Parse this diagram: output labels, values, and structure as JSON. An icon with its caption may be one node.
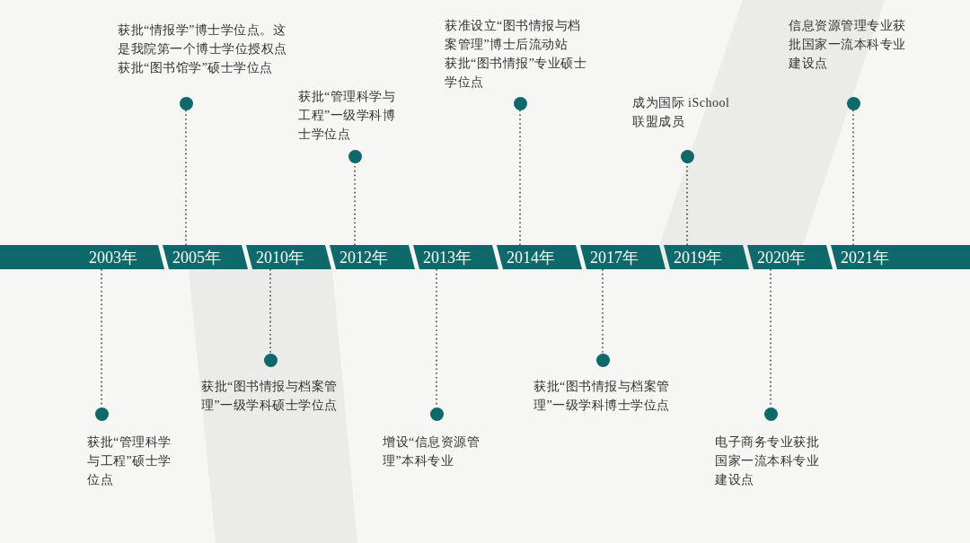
{
  "diagram": {
    "nodes": [
      {
        "text": [
          "2003年"
        ]
      },
      {
        "text": [
          "2005年"
        ]
      },
      {
        "text": [
          "2010年"
        ]
      },
      {
        "text": [
          "2012年"
        ]
      },
      {
        "text": [
          "2013年"
        ]
      },
      {
        "text": [
          "2014年"
        ]
      },
      {
        "text": [
          "2017年"
        ]
      },
      {
        "text": [
          "2019年"
        ]
      },
      {
        "text": [
          "2020年"
        ]
      },
      {
        "text": [
          "2021年"
        ]
      },
      {
        "text": [],
        "shape": "circle",
        "beside": [
          "获批“管理科学与工程”硕士学位点"
        ]
      },
      {
        "text": [],
        "shape": "circle",
        "beside": [
          "获批“情报学”博士学位点。这是我院第一个博士学位授权点",
          "获批“图书馆学”硕士学位点"
        ]
      },
      {
        "text": [],
        "shape": "circle",
        "beside": [
          "获批“图书情报与档案管理”一级学科硕士学位点"
        ]
      },
      {
        "text": [],
        "shape": "circle",
        "beside": [
          "获批“管理科学与工程”一级学科博士学位点"
        ]
      },
      {
        "text": [],
        "shape": "circle",
        "beside": [
          "增设“信息资源管理”本科专业"
        ]
      },
      {
        "text": [],
        "shape": "circle",
        "beside": [
          "获准设立“图书情报与档案管理”博士后流动站",
          "获批“图书情报”专业硕士学位点"
        ]
      },
      {
        "text": [],
        "shape": "circle",
        "beside": [
          "获批“图书情报与档案管理”一级学科博士学位点"
        ]
      },
      {
        "text": [],
        "shape": "circle",
        "beside": [
          "成为国际 iSchool 联盟成员"
        ]
      },
      {
        "text": [],
        "shape": "circle",
        "beside": [
          "电子商务专业获批国家一流本科专业建设点"
        ]
      },
      {
        "text": [],
        "shape": "circle",
        "beside": [
          "信息资源管理专业获批国家一流本科专业建设点"
        ]
      }
    ],
    "edges": [
      {
        "from": 0,
        "to": 10,
        "arrow": "none",
        "style": "dashed"
      },
      {
        "from": 1,
        "to": 11,
        "arrow": "none",
        "style": "dashed"
      },
      {
        "from": 2,
        "to": 12,
        "arrow": "none",
        "style": "dashed"
      },
      {
        "from": 3,
        "to": 13,
        "arrow": "none",
        "style": "dashed"
      },
      {
        "from": 4,
        "to": 14,
        "arrow": "none",
        "style": "dashed"
      },
      {
        "from": 5,
        "to": 15,
        "arrow": "none",
        "style": "dashed"
      },
      {
        "from": 6,
        "to": 16,
        "arrow": "none",
        "style": "dashed"
      },
      {
        "from": 7,
        "to": 17,
        "arrow": "none",
        "style": "dashed"
      },
      {
        "from": 8,
        "to": 18,
        "arrow": "none",
        "style": "dashed"
      },
      {
        "from": 9,
        "to": 19,
        "arrow": "none",
        "style": "dashed"
      }
    ]
  }
}
